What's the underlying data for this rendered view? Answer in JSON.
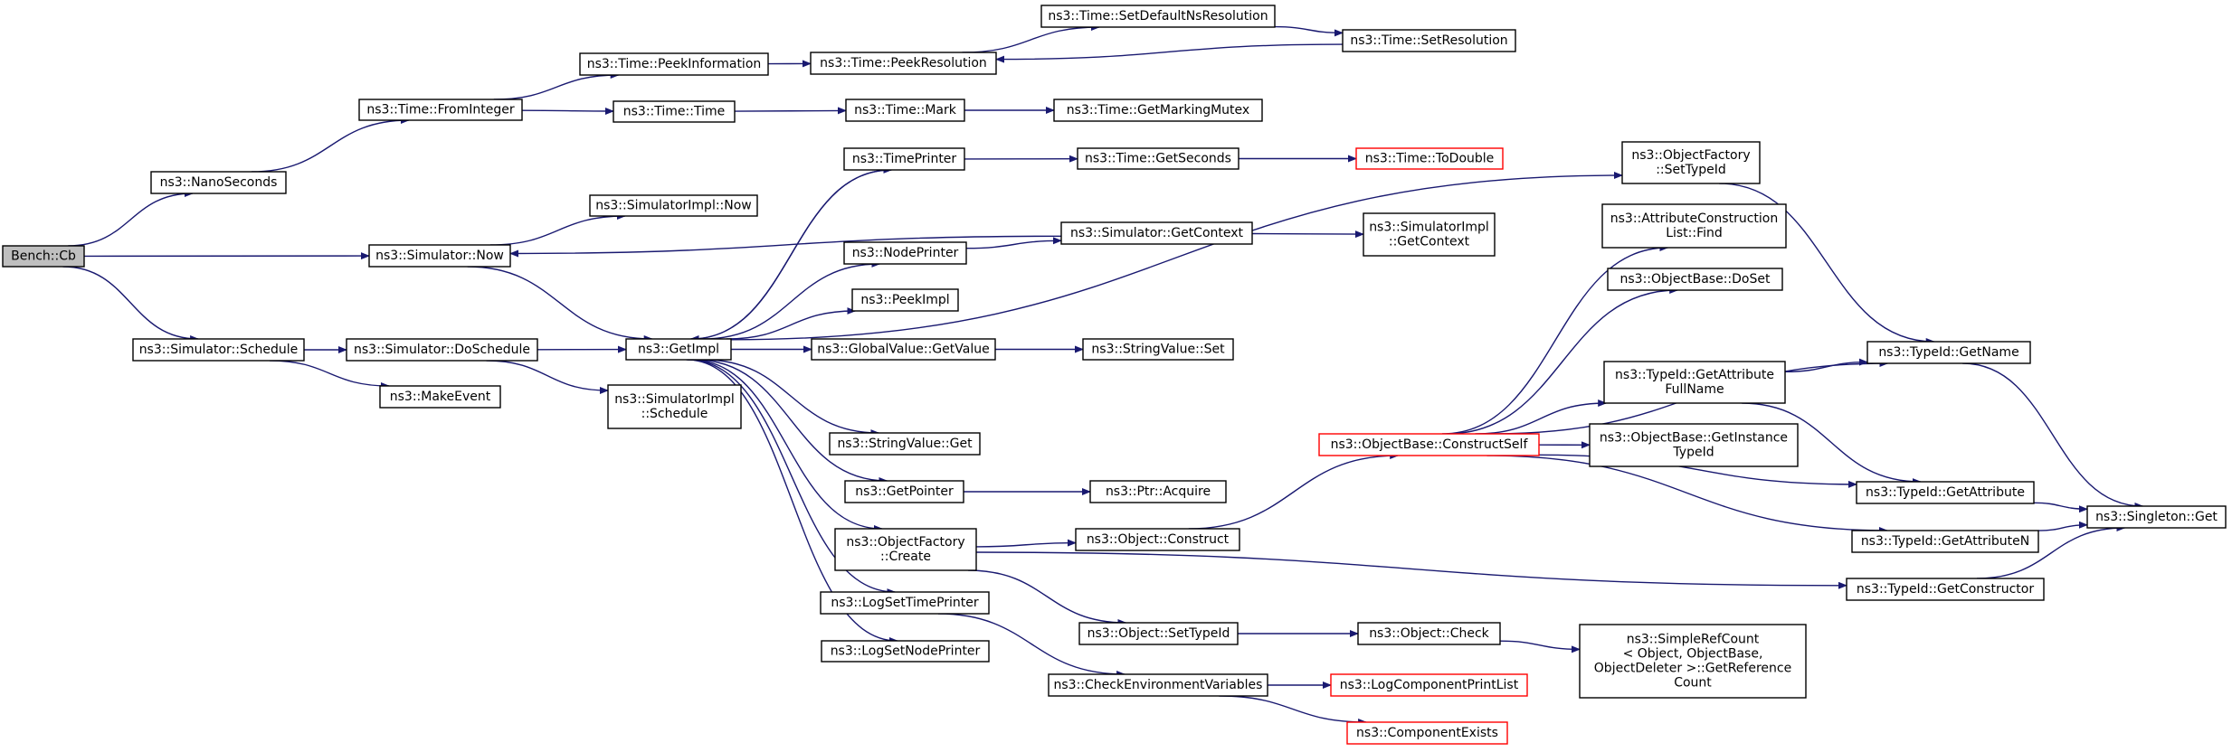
{
  "graph": {
    "nodes": {
      "bench_cb": [
        "Bench::Cb"
      ],
      "nanoseconds": [
        "ns3::NanoSeconds"
      ],
      "sim_now": [
        "ns3::Simulator::Now"
      ],
      "sim_schedule": [
        "ns3::Simulator::Schedule"
      ],
      "time_fromint": [
        "ns3::Time::FromInteger"
      ],
      "simimpl_now": [
        "ns3::SimulatorImpl::Now"
      ],
      "sim_doschedule": [
        "ns3::Simulator::DoSchedule"
      ],
      "makeevent": [
        "ns3::MakeEvent"
      ],
      "time_peekinfo": [
        "ns3::Time::PeekInformation"
      ],
      "time_time": [
        "ns3::Time::Time"
      ],
      "getimpl": [
        "ns3::GetImpl"
      ],
      "simimpl_schedule": [
        "ns3::SimulatorImpl",
        "::Schedule"
      ],
      "time_peekres": [
        "ns3::Time::PeekResolution"
      ],
      "time_mark": [
        "ns3::Time::Mark"
      ],
      "timeprinter": [
        "ns3::TimePrinter"
      ],
      "nodeprinter": [
        "ns3::NodePrinter"
      ],
      "peekimpl": [
        "ns3::PeekImpl"
      ],
      "gv_getvalue": [
        "ns3::GlobalValue::GetValue"
      ],
      "sv_get": [
        "ns3::StringValue::Get"
      ],
      "getpointer": [
        "ns3::GetPointer"
      ],
      "of_create": [
        "ns3::ObjectFactory",
        "::Create"
      ],
      "logsettime": [
        "ns3::LogSetTimePrinter"
      ],
      "logsetnode": [
        "ns3::LogSetNodePrinter"
      ],
      "time_setdefault": [
        "ns3::Time::SetDefaultNsResolution"
      ],
      "time_getmarking": [
        "ns3::Time::GetMarkingMutex"
      ],
      "time_getseconds": [
        "ns3::Time::GetSeconds"
      ],
      "sim_getcontext": [
        "ns3::Simulator::GetContext"
      ],
      "sv_set": [
        "ns3::StringValue::Set"
      ],
      "ptr_acquire": [
        "ns3::Ptr::Acquire"
      ],
      "obj_construct": [
        "ns3::Object::Construct"
      ],
      "obj_settypeid": [
        "ns3::Object::SetTypeId"
      ],
      "checkenv": [
        "ns3::CheckEnvironmentVariables"
      ],
      "time_setres": [
        "ns3::Time::SetResolution"
      ],
      "time_todouble": [
        "ns3::Time::ToDouble"
      ],
      "simimpl_getcontext": [
        "ns3::SimulatorImpl",
        "::GetContext"
      ],
      "ob_constructself": [
        "ns3::ObjectBase::ConstructSelf"
      ],
      "obj_check": [
        "ns3::Object::Check"
      ],
      "logcompprint": [
        "ns3::LogComponentPrintList"
      ],
      "compexists": [
        "ns3::ComponentExists"
      ],
      "of_settypeid": [
        "ns3::ObjectFactory",
        "::SetTypeId"
      ],
      "acl_find": [
        "ns3::AttributeConstruction",
        "List::Find"
      ],
      "ob_doset": [
        "ns3::ObjectBase::DoSet"
      ],
      "tid_getattrfull": [
        "ns3::TypeId::GetAttribute",
        "FullName"
      ],
      "ob_getinstance": [
        "ns3::ObjectBase::GetInstance",
        "TypeId"
      ],
      "srefcount": [
        "ns3::SimpleRefCount",
        "< Object, ObjectBase,",
        " ObjectDeleter >::GetReference",
        "Count"
      ],
      "tid_getname": [
        "ns3::TypeId::GetName"
      ],
      "tid_getattr": [
        "ns3::TypeId::GetAttribute"
      ],
      "tid_getattrn": [
        "ns3::TypeId::GetAttributeN"
      ],
      "tid_getctor": [
        "ns3::TypeId::GetConstructor"
      ],
      "singleton_get": [
        "ns3::Singleton::Get"
      ]
    },
    "edges": [
      [
        "bench_cb",
        "nanoseconds"
      ],
      [
        "bench_cb",
        "sim_now"
      ],
      [
        "bench_cb",
        "sim_schedule"
      ],
      [
        "nanoseconds",
        "time_fromint"
      ],
      [
        "time_fromint",
        "time_peekinfo"
      ],
      [
        "time_fromint",
        "time_time"
      ],
      [
        "time_peekinfo",
        "time_peekres"
      ],
      [
        "time_peekres",
        "time_setdefault"
      ],
      [
        "time_setdefault",
        "time_setres"
      ],
      [
        "time_setres",
        "time_peekres"
      ],
      [
        "time_time",
        "time_mark"
      ],
      [
        "time_mark",
        "time_getmarking"
      ],
      [
        "sim_now",
        "simimpl_now"
      ],
      [
        "sim_now",
        "getimpl"
      ],
      [
        "sim_schedule",
        "sim_doschedule"
      ],
      [
        "sim_schedule",
        "makeevent"
      ],
      [
        "sim_doschedule",
        "getimpl"
      ],
      [
        "sim_doschedule",
        "simimpl_schedule"
      ],
      [
        "getimpl",
        "timeprinter"
      ],
      [
        "getimpl",
        "nodeprinter"
      ],
      [
        "getimpl",
        "peekimpl"
      ],
      [
        "getimpl",
        "gv_getvalue"
      ],
      [
        "getimpl",
        "sv_get"
      ],
      [
        "getimpl",
        "getpointer"
      ],
      [
        "getimpl",
        "of_create"
      ],
      [
        "getimpl",
        "logsettime"
      ],
      [
        "getimpl",
        "logsetnode"
      ],
      [
        "getimpl",
        "of_settypeid"
      ],
      [
        "timeprinter",
        "getimpl"
      ],
      [
        "timeprinter",
        "time_getseconds"
      ],
      [
        "time_getseconds",
        "time_todouble"
      ],
      [
        "nodeprinter",
        "sim_getcontext"
      ],
      [
        "sim_getcontext",
        "sim_now"
      ],
      [
        "sim_getcontext",
        "simimpl_getcontext"
      ],
      [
        "gv_getvalue",
        "sv_set"
      ],
      [
        "getpointer",
        "ptr_acquire"
      ],
      [
        "of_create",
        "obj_construct"
      ],
      [
        "of_create",
        "obj_settypeid"
      ],
      [
        "of_create",
        "tid_getctor"
      ],
      [
        "obj_construct",
        "ob_constructself"
      ],
      [
        "obj_settypeid",
        "obj_check"
      ],
      [
        "obj_check",
        "srefcount"
      ],
      [
        "logsettime",
        "checkenv"
      ],
      [
        "checkenv",
        "logcompprint"
      ],
      [
        "checkenv",
        "compexists"
      ],
      [
        "ob_constructself",
        "acl_find"
      ],
      [
        "ob_constructself",
        "ob_doset"
      ],
      [
        "ob_constructself",
        "tid_getname"
      ],
      [
        "ob_constructself",
        "tid_getattrfull"
      ],
      [
        "ob_constructself",
        "ob_getinstance"
      ],
      [
        "ob_constructself",
        "tid_getattr"
      ],
      [
        "ob_constructself",
        "tid_getattrn"
      ],
      [
        "of_settypeid",
        "tid_getname"
      ],
      [
        "tid_getattrfull",
        "tid_getname"
      ],
      [
        "tid_getattrfull",
        "tid_getattr"
      ],
      [
        "tid_getname",
        "singleton_get"
      ],
      [
        "tid_getattr",
        "singleton_get"
      ],
      [
        "tid_getattrn",
        "singleton_get"
      ],
      [
        "tid_getctor",
        "singleton_get"
      ]
    ]
  }
}
